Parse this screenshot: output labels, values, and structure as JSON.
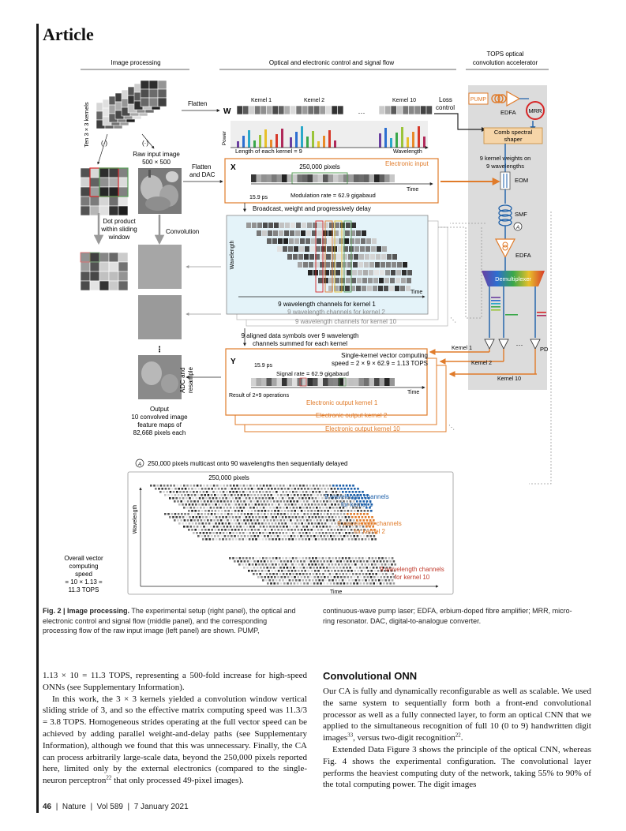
{
  "header": {
    "article_label": "Article"
  },
  "figure": {
    "panels": {
      "left": "Image processing",
      "middle": "Optical and electronic control and signal flow",
      "right_l1": "TOPS optical",
      "right_l2": "convolution accelerator"
    },
    "left": {
      "kernels_label": "Ten 3 × 3 kernels",
      "flatten": "Flatten",
      "dot1": "(·)",
      "dot2": "(·)",
      "raw_l1": "Raw input image",
      "raw_l2": "500 × 500",
      "flatten_dac_l1": "Flatten",
      "flatten_dac_l2": "and DAC",
      "dot_product_l1": "Dot product",
      "dot_product_l2": "within sliding",
      "dot_product_l3": "window",
      "convolution": "Convolution",
      "adc_l1": "ADC and",
      "adc_l2": "resample",
      "output_l1": "Output",
      "output_l2": "10 convolved image",
      "output_l3": "feature maps of",
      "output_l4": "82,668 pixels each"
    },
    "w_panel": {
      "label": "W",
      "kernel1": "Kernel 1",
      "kernel2": "Kernel 2",
      "kernel10": "Kernel 10",
      "ellipsis": "···",
      "power": "Power",
      "length": "Length of each kernel = 9",
      "wavelength": "Wavelength",
      "loss_l1": "Loss",
      "loss_l2": "control"
    },
    "x_panel": {
      "label": "X",
      "pixels": "250,000 pixels",
      "electronic_input": "Electronic input",
      "time": "Time",
      "ps": "15.9 ps",
      "rate": "Modulation rate = 62.9 gigabaud",
      "broadcast": "Broadcast, weight and progressively delay"
    },
    "wave_panel": {
      "wavelength": "Wavelength",
      "time": "Time",
      "ch1": "9 wavelength channels for kernel 1",
      "ch2": "9 wavelength channels for kernel 2",
      "ch10": "9 wavelength channels for kernel 10",
      "aligned_l1": "9 aligned data symbols over 9 wavelength",
      "aligned_l2": "channels summed for each kernel"
    },
    "y_panel": {
      "label": "Y",
      "single_l1": "Single-kernel vector computing",
      "single_l2": "speed = 2 × 9 × 62.9 = 1.13 TOPS",
      "ps": "15.9 ps",
      "rate": "Signal rate = 62.9 gigabaud",
      "result": "Result of 2×9 operations",
      "time": "Time",
      "out1": "Electronic output kernel 1",
      "out2": "Electronic output kernel 2",
      "out10": "Electronic output kernel 10"
    },
    "accelerator": {
      "pump": "PUMP",
      "edfa1": "EDFA",
      "mrr": "MRR",
      "comb_l1": "Comb spectral",
      "comb_l2": "shaper",
      "weights_l1": "9 kernel weights on",
      "weights_l2": "9 wavelengths",
      "eom": "EOM",
      "smf": "SMF",
      "circle_a": "A",
      "edfa2": "EDFA",
      "demux": "Demultiplexer",
      "kernel1": "Kernel 1",
      "kernel2": "Kernel 2",
      "kernel10": "Kernel 10",
      "pd": "PD",
      "ellipsis": "···"
    },
    "bottom": {
      "circle_a": "A",
      "title": "250,000 pixels multicast onto 90 wavelengths then sequentially delayed",
      "pixels": "250,000 pixels",
      "wavelength": "Wavelength",
      "time": "Time",
      "k1_l1": "9 wavelength channels",
      "k1_l2": "for kernel 1",
      "k2_l1": "9 wavelength channels",
      "k2_l2": "for kernel 2",
      "k10_l1": "9 wavelength channels",
      "k10_l2": "for kernel 10",
      "overall_l1": "Overall vector",
      "overall_l2": "computing",
      "overall_l3": "speed",
      "overall_l4": "= 10 × 1.13 =",
      "overall_l5": "11.3 TOPS"
    },
    "colors": {
      "orange": "#e07b2a",
      "blue": "#1b5ea8",
      "gray_panel": "#dcdcdc",
      "cyan_bg": "#e4f3f9"
    }
  },
  "caption": {
    "label": "Fig. 2 | Image processing.",
    "left_text": "The experimental setup (right panel), the optical and electronic control and signal flow (middle panel), and the corresponding processing flow of the raw input image (left panel) are shown. PUMP,",
    "right_text": "continuous-wave pump laser; EDFA, erbium-doped fibre amplifier; MRR, micro-ring resonator. DAC, digital-to-analogue converter."
  },
  "body": {
    "left_p1": "1.13 × 10 = 11.3 TOPS, representing a 500-fold increase for high-speed ONNs (see Supplementary Information).",
    "left_p2a": "In this work, the 3 × 3 kernels yielded a convolution window vertical sliding stride of 3, and so the effective matrix computing speed was 11.3/3 = 3.8 TOPS. Homogeneous strides operating at the full vector speed can be achieved by adding parallel weight-and-delay paths (see Supplementary Information), although we found that this was unnecessary. Finally, the CA can process arbitrarily large-scale data, beyond the 250,000 pixels reported here, limited only by the external electronics (compared to the single-neuron perceptron",
    "left_p2_ref": "22",
    "left_p2b": " that only processed 49-pixel images).",
    "section_title": "Convolutional ONN",
    "right_p1a": "Our CA is fully and dynamically reconfigurable as well as scalable. We used the same system to sequentially form both a front-end convolutional processor as well as a fully connected layer, to form an optical CNN that we applied to the simultaneous recognition of full 10 (0 to 9) handwritten digit images",
    "right_p1_ref1": "33",
    "right_p1b": ", versus two-digit recognition",
    "right_p1_ref2": "22",
    "right_p1c": ".",
    "right_p2": "Extended Data Figure 3 shows the principle of the optical CNN, whereas Fig. 4 shows the experimental configuration. The convolutional layer performs the heaviest computing duty of the network, taking 55% to 90% of the total computing power. The digit images"
  },
  "footer": {
    "page": "46",
    "journal": "Nature",
    "volume": "Vol 589",
    "date": "7 January 2021",
    "sep": "|"
  }
}
